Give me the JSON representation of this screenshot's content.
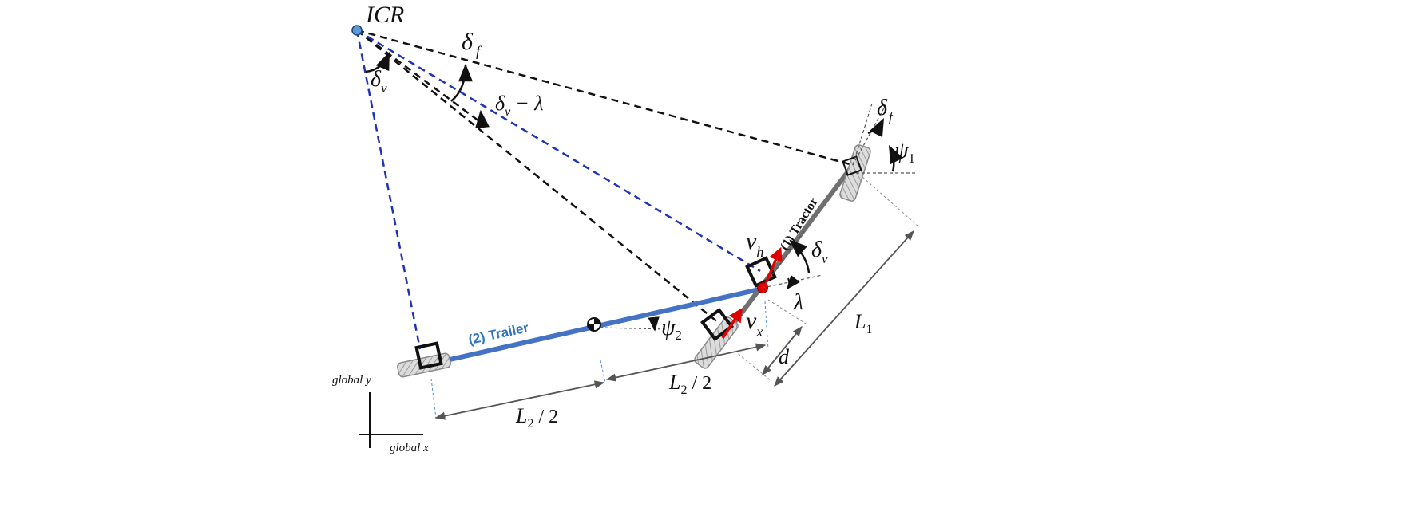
{
  "labels": {
    "icr": "ICR",
    "delta": "δ",
    "f": "f",
    "v": "v",
    "h": "h",
    "x": "x",
    "minus_lambda": "− λ",
    "psi": "ψ",
    "one": "1",
    "two": "2",
    "lambda": "λ",
    "L": "L",
    "half": "/ 2",
    "d": "d",
    "trailer": "(2) Trailer",
    "tractor": "(1) Tractor",
    "global_y": "global y",
    "global_x": "global x"
  },
  "colors": {
    "black_ray": "#111111",
    "blue_ray": "#1f33b5",
    "trailer_bar": "#4472c4",
    "trailer_label": "#2f74c0",
    "tractor_bar": "#707070",
    "wheel_fill": "#d9d9d9",
    "wheel_stroke": "#8a8a8a",
    "hitch": "#e00000",
    "icr_dot": "#5b9bd5",
    "velocity": "#e00000",
    "dimension": "#555555"
  }
}
